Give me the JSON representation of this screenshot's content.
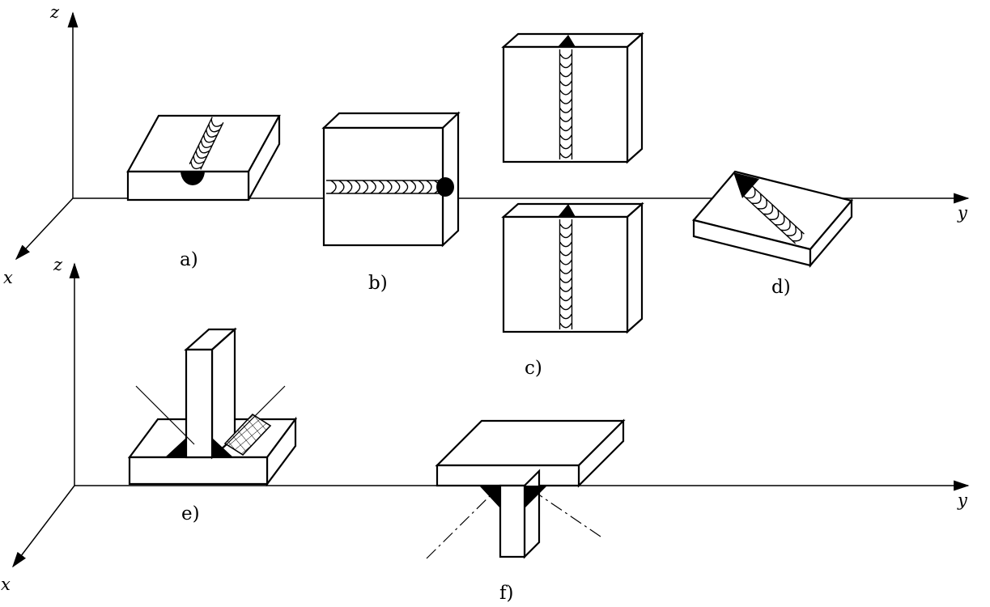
{
  "colors": {
    "ink": "#000000",
    "paper": "#ffffff"
  },
  "axes": {
    "top": {
      "z": "z",
      "y": "y",
      "x": "x"
    },
    "bottom": {
      "z": "z",
      "y": "y",
      "x": "x"
    }
  },
  "subfigures": {
    "a": {
      "label": "a)"
    },
    "b": {
      "label": "b)"
    },
    "c": {
      "label": "c)"
    },
    "d": {
      "label": "d)"
    },
    "e": {
      "label": "e)"
    },
    "f": {
      "label": "f)"
    }
  }
}
